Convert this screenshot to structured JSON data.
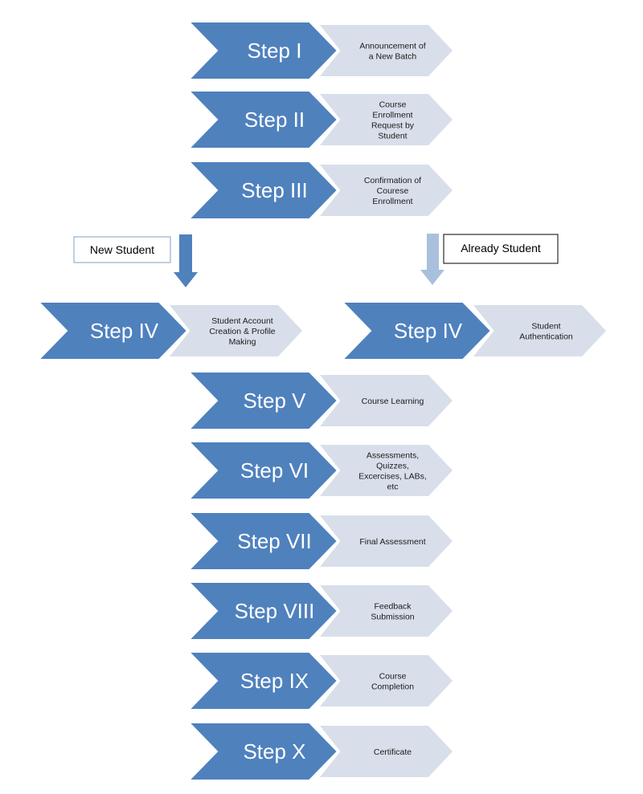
{
  "steps": [
    {
      "id": "step-1",
      "label": "Step I",
      "desc": [
        "Announcement of",
        "a New Batch"
      ]
    },
    {
      "id": "step-2",
      "label": "Step II",
      "desc": [
        "Course",
        "Enrollment",
        "Request by",
        "Student"
      ]
    },
    {
      "id": "step-3",
      "label": "Step III",
      "desc": [
        "Confirmation of",
        "Courese",
        "Enrollment"
      ]
    },
    {
      "id": "step-4-new",
      "label": "Step IV",
      "desc": [
        "Student Account",
        "Creation & Profile",
        "Making"
      ]
    },
    {
      "id": "step-4-existing",
      "label": "Step IV",
      "desc": [
        "Student",
        "Authentication"
      ]
    },
    {
      "id": "step-5",
      "label": "Step V",
      "desc": [
        "Course Learning"
      ]
    },
    {
      "id": "step-6",
      "label": "Step VI",
      "desc": [
        "Assessments,",
        "Quizzes,",
        "Excercises, LABs,",
        "etc"
      ]
    },
    {
      "id": "step-7",
      "label": "Step VII",
      "desc": [
        "Final Assessment"
      ]
    },
    {
      "id": "step-8",
      "label": "Step VIII",
      "desc": [
        "Feedback",
        "Submission"
      ]
    },
    {
      "id": "step-9",
      "label": "Step IX",
      "desc": [
        "Course",
        "Completion"
      ]
    },
    {
      "id": "step-10",
      "label": "Step X",
      "desc": [
        "Certificate"
      ]
    }
  ],
  "branches": {
    "new": {
      "label": "New Student"
    },
    "existing": {
      "label": "Already Student"
    }
  },
  "colors": {
    "step": "#4f81bd",
    "desc": "#d8dfea",
    "arrow_new": "#4f81bd",
    "arrow_existing": "#a9c0dc"
  }
}
